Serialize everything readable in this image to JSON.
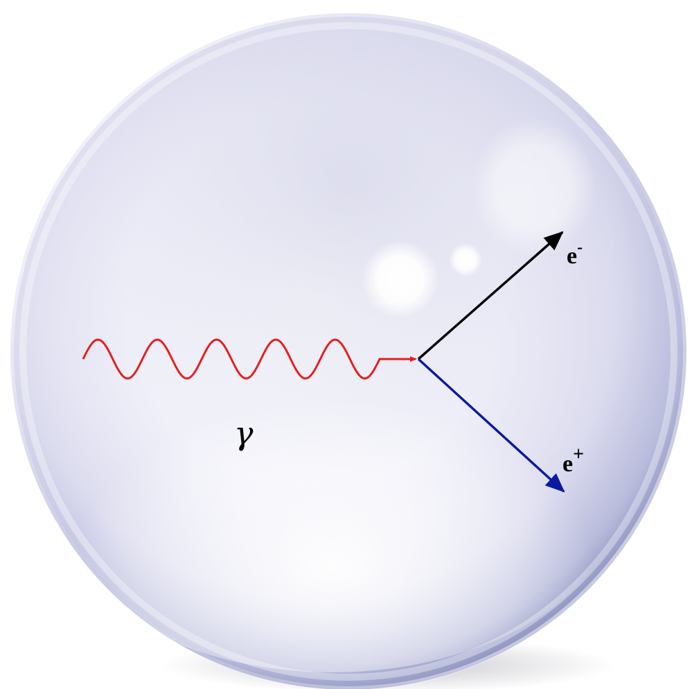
{
  "diagram": {
    "photon_label": "γ",
    "electron_label": "e",
    "electron_charge": "-",
    "positron_label": "e",
    "positron_charge": "+"
  },
  "colors": {
    "photon": "#e41e1e",
    "electron": "#000000",
    "positron": "#0a1aa0",
    "background": "#ffffff",
    "sphere_tint": "#c7c9e6"
  },
  "icons": {
    "sphere": "glass-bubble-icon",
    "photon": "wavy-line-icon",
    "electron": "arrow-icon",
    "positron": "arrow-icon"
  }
}
